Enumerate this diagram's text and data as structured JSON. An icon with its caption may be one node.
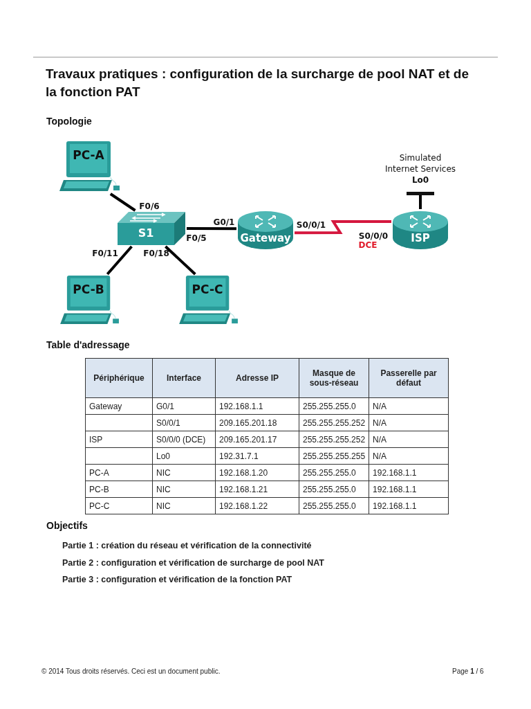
{
  "diagram": {
    "title": "Travaux pratiques : configuration de la surcharge de pool NAT et de la fonction PAT",
    "nodes": [
      {
        "text": [
          "PC-A"
        ]
      },
      {
        "text": [
          "S1"
        ]
      },
      {
        "text": [
          "PC-B"
        ]
      },
      {
        "text": [
          "PC-C"
        ]
      },
      {
        "text": [
          "Gateway"
        ]
      },
      {
        "text": [
          "ISP"
        ]
      },
      {
        "text": [
          "Simulated Internet Services",
          "Lo0"
        ]
      }
    ],
    "edges": [
      {
        "from": 0,
        "to": 1,
        "arrow": "none"
      },
      {
        "from": 1,
        "to": 2,
        "arrow": "none"
      },
      {
        "from": 1,
        "to": 3,
        "arrow": "none"
      },
      {
        "from": 1,
        "to": 4,
        "arrow": "none"
      },
      {
        "from": 4,
        "to": 5,
        "arrow": "none",
        "color": "#d5173e"
      },
      {
        "from": 5,
        "to": 6,
        "arrow": "none"
      }
    ],
    "labels": [
      "Topologie",
      "F0/6",
      "G0/1",
      "S0/0/1",
      "F0/5",
      "S0/0/0",
      "DCE",
      "F0/11",
      "F0/18",
      "Table d'adressage",
      "Périphérique",
      "Interface",
      "Adresse IP",
      "Masque de sous-réseau",
      "Passerelle par défaut",
      "Gateway",
      "G0/1",
      "192.168.1.1",
      "255.255.255.0",
      "N/A",
      "S0/0/1",
      "209.165.201.18",
      "255.255.255.252",
      "N/A",
      "ISP",
      "S0/0/0 (DCE)",
      "209.165.201.17",
      "255.255.255.252",
      "N/A",
      "Lo0",
      "192.31.7.1",
      "255.255.255.255",
      "N/A",
      "PC-A",
      "NIC",
      "192.168.1.20",
      "255.255.255.0",
      "192.168.1.1",
      "PC-B",
      "NIC",
      "192.168.1.21",
      "255.255.255.0",
      "192.168.1.1",
      "PC-C",
      "NIC",
      "192.168.1.22",
      "255.255.255.0",
      "192.168.1.1",
      "Objectifs",
      "Partie 1 : création du réseau et vérification de la connectivité",
      "Partie 2 : configuration et vérification de surcharge de pool NAT",
      "Partie 3 : configuration et vérification de la fonction PAT",
      "© 2014 Tous droits réservés. Ceci est un document public.",
      "Page **1** / 6"
    ]
  }
}
